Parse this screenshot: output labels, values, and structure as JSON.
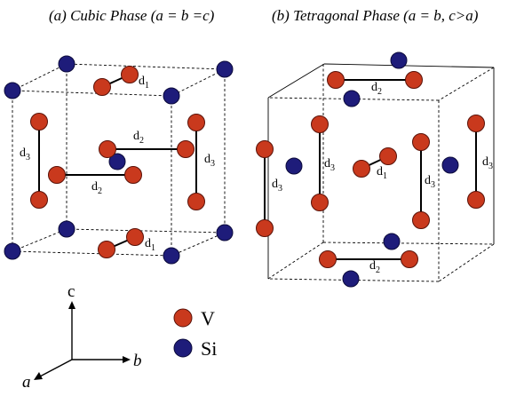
{
  "titles": {
    "cubic": "(a)  Cubic Phase (a = b =c)",
    "tetragonal": "(b)  Tetragonal  Phase (a = b, c>a)"
  },
  "distances": {
    "d": "d",
    "sub1": "1",
    "sub2": "2",
    "sub3": "3"
  },
  "axes": {
    "c": "c",
    "b": "b",
    "a": "a"
  },
  "legend": [
    {
      "symbol": "V",
      "color": "#c9391d"
    },
    {
      "symbol": "Si",
      "color": "#1e1c7a"
    }
  ]
}
